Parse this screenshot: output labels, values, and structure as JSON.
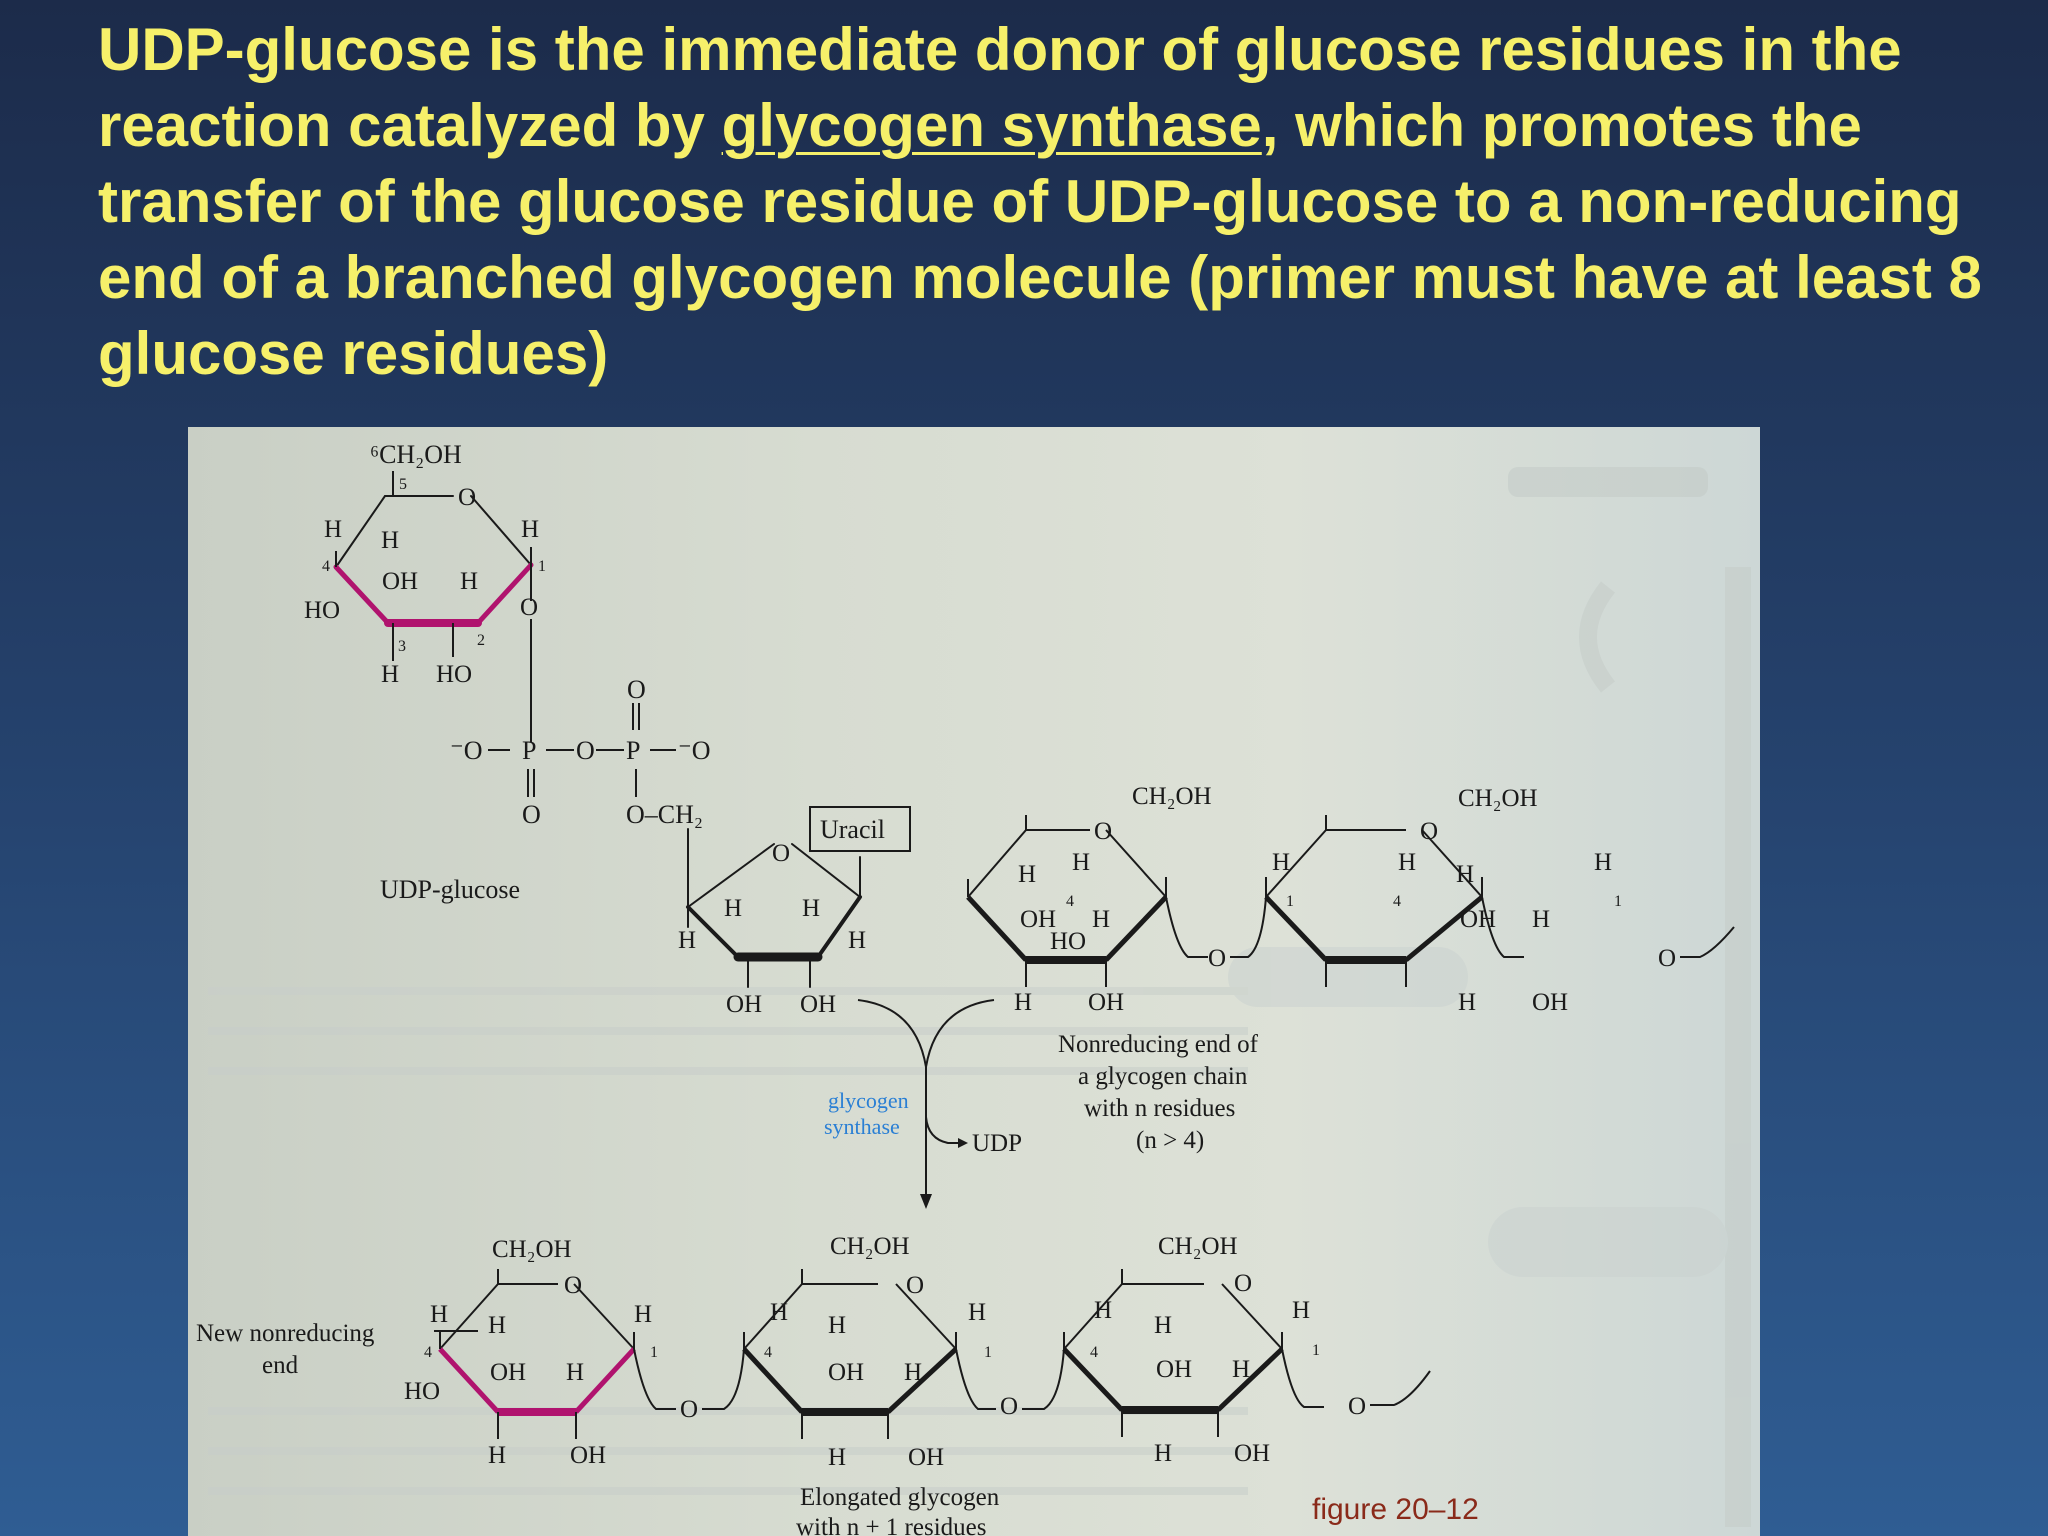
{
  "title": {
    "part1": "UDP-glucose is the immediate donor of glucose residues in the reaction catalyzed by ",
    "link": "glycogen synthase",
    "part2": ", which promotes the transfer of the glucose residue of UDP-glucose to a non-reducing end of a branched glycogen molecule (primer must have at least 8 glucose residues)"
  },
  "figure": {
    "udp_glucose_label": "UDP-glucose",
    "uracil_label": "Uracil",
    "enzyme_line1": "glycogen",
    "enzyme_line2": "synthase",
    "udp_product": "UDP",
    "chain_caption": [
      "Nonreducing end of",
      "a glycogen chain",
      "with n residues",
      "(n > 4)"
    ],
    "new_end_caption": [
      "New nonreducing",
      "end"
    ],
    "elongated_caption": [
      "Elongated glycogen",
      "with n + 1 residues"
    ],
    "figure_number": "figure 20–12",
    "atoms": {
      "c6": "⁶CH₂OH",
      "ch2oh": "CH₂OH",
      "ring_o": "O",
      "h": "H",
      "oh": "OH",
      "ho": "HO",
      "o_minus": "⁻O",
      "p": "P",
      "ch2_link": "O–CH₂",
      "num1": "1",
      "num2": "2",
      "num3": "3",
      "num4": "4",
      "num5": "5"
    }
  },
  "colors": {
    "title": "#f6f06a",
    "udp_glucose_ring": "#b0136e",
    "new_residue_ring": "#b0136e",
    "enzyme_label": "#2a7fd4",
    "figure_number": "#8a2a1a"
  }
}
